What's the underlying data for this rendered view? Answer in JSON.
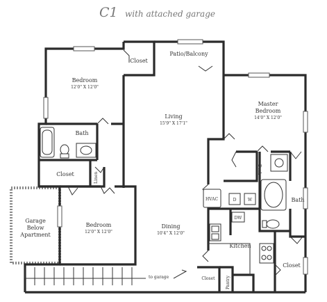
{
  "title": {
    "code": "C1",
    "subtitle": "with attached garage"
  },
  "rooms": {
    "bedroom_top": {
      "name": "Bedroom",
      "dim": "12'0\" X 12'0\""
    },
    "closet_top": {
      "name": "Closet"
    },
    "patio": {
      "name": "Patio/Balcony"
    },
    "living": {
      "name": "Living",
      "dim": "15'9\" X 17'1\""
    },
    "master": {
      "name": "Master",
      "name2": "Bedroom",
      "dim": "14'0\" X 12'0\""
    },
    "bath_left": {
      "name": "Bath"
    },
    "closet_mid": {
      "name": "Closet"
    },
    "linen": {
      "name": "Linen"
    },
    "garage": {
      "line1": "Garage",
      "line2": "Below",
      "line3": "Apartment"
    },
    "bedroom_bottom": {
      "name": "Bedroom",
      "dim": "12'0\" X 12'0\""
    },
    "dining": {
      "name": "Dining",
      "dim": "10'4\" X 12'0\""
    },
    "kitchen": {
      "name": "Kitchen"
    },
    "bath_right": {
      "name": "Bath"
    },
    "closet_right": {
      "name": "Closet"
    },
    "closet_bottom": {
      "name": "Closet"
    },
    "pantry": {
      "name": "Pantry"
    },
    "desk": {
      "name": "Desk"
    }
  },
  "fixtures": {
    "hvac": "HVAC",
    "dryer": "D",
    "washer": "W",
    "dishwasher": "DW"
  },
  "labels": {
    "to_garage": "to garage"
  }
}
